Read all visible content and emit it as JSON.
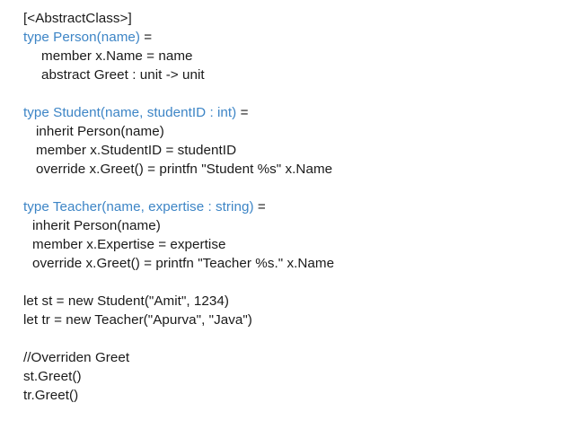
{
  "slide": {
    "background_color": "#ffffff",
    "text_color": "#1a1a1a",
    "accent_color": "#3d85c6",
    "language": "F#"
  },
  "code": {
    "lines": [
      {
        "indent": 0,
        "text": "[<AbstractClass>]"
      },
      {
        "indent": 0,
        "blue": "type Person(name)",
        "black": " ="
      },
      {
        "indent": 1,
        "text": "member x.Name = name"
      },
      {
        "indent": 1,
        "text": "abstract Greet : unit -> unit"
      },
      {
        "indent": 0,
        "text": ""
      },
      {
        "indent": 0,
        "blue": "type Student(name, studentID : int)",
        "black": " ="
      },
      {
        "indent": 2,
        "text": "inherit Person(name)"
      },
      {
        "indent": 2,
        "text": "member x.StudentID = studentID"
      },
      {
        "indent": 2,
        "text": "override x.Greet() = printfn \"Student %s\" x.Name"
      },
      {
        "indent": 0,
        "text": ""
      },
      {
        "indent": 0,
        "blue": "type Teacher(name, expertise : string)",
        "black": " ="
      },
      {
        "indent": 3,
        "text": "inherit Person(name)"
      },
      {
        "indent": 3,
        "text": "member x.Expertise = expertise"
      },
      {
        "indent": 3,
        "text": "override x.Greet() = printfn \"Teacher %s.\" x.Name"
      },
      {
        "indent": 0,
        "text": ""
      },
      {
        "indent": 0,
        "text": "let st = new Student(\"Amit\", 1234)"
      },
      {
        "indent": 0,
        "text": "let tr = new Teacher(\"Apurva\", \"Java\")"
      },
      {
        "indent": 0,
        "text": ""
      },
      {
        "indent": 0,
        "text": "//Overriden Greet"
      },
      {
        "indent": 0,
        "text": "st.Greet()"
      },
      {
        "indent": 0,
        "text": "tr.Greet()"
      }
    ]
  }
}
